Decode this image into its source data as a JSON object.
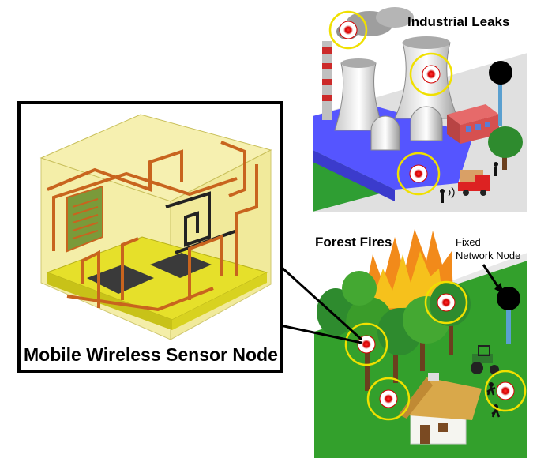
{
  "labels": {
    "industrial_leaks": "Industrial Leaks",
    "forest_fires": "Forest Fires",
    "fixed_node_line1": "Fixed",
    "fixed_node_line2": "Network Node",
    "mobile_node": "Mobile Wireless Sensor Node"
  },
  "colors": {
    "sensor_red": "#d40000",
    "sensor_ring": "#f0e000",
    "ground_green": "#33a02c",
    "platform_blue": "#5b5bff",
    "trace_copper": "#c8641e",
    "cube_yellow": "#f3ec9a"
  }
}
